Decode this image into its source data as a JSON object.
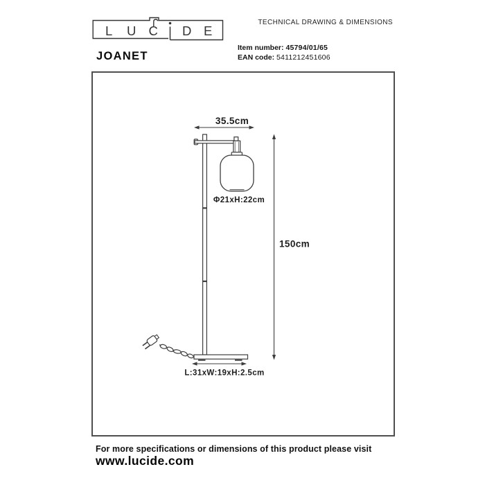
{
  "header": {
    "brand": "LUCiDE",
    "brand_letters": [
      "L",
      "U",
      "C",
      "i",
      "D",
      "E"
    ],
    "doc_title": "TECHNICAL DRAWING & DIMENSIONS",
    "product_name": "JOANET",
    "item_number_label": "Item number:",
    "item_number_value": "45794/01/65",
    "ean_label": "EAN code:",
    "ean_value": "5411212451606"
  },
  "drawing": {
    "dim_width": "35.5cm",
    "dim_shade": "Φ21xH:22cm",
    "dim_height": "150cm",
    "dim_base": "L:31xW:19xH:2.5cm"
  },
  "footer": {
    "line1": "For more specifications or dimensions of this product please visit",
    "line2": "www.lucide.com"
  },
  "colors": {
    "drawing_line": "#3d3d3d",
    "text": "#1c1c1c",
    "box_border": "#4e4e4e"
  }
}
